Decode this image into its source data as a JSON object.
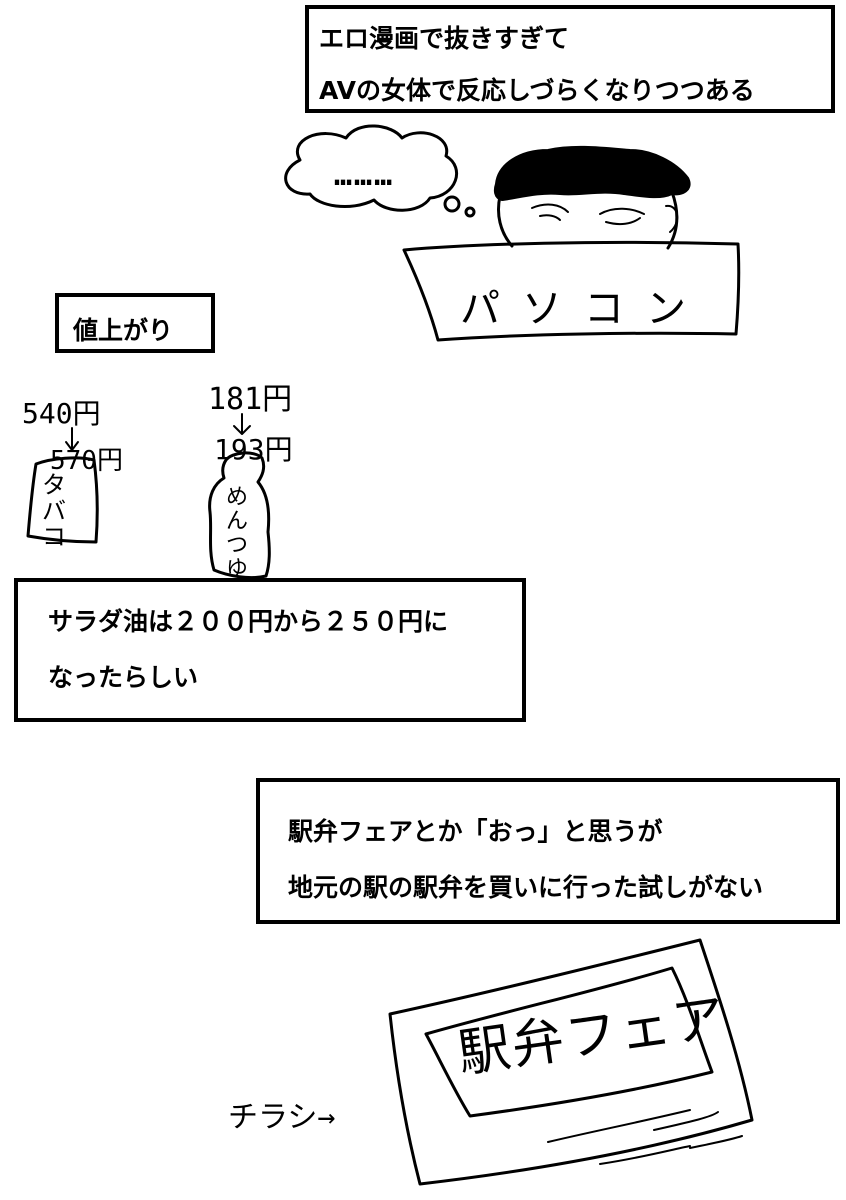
{
  "panel1": {
    "caption_line1": "エロ漫画で抜きすぎて",
    "caption_line2": "AVの女体で反応しづらくなりつつある",
    "thought": "………",
    "monitor_label": "パソコン"
  },
  "panel2": {
    "caption": "値上がり",
    "cig_price_old": "540円",
    "cig_price_new": "570円",
    "cig_label": "タバコ",
    "noodle_price_old": "181円",
    "noodle_price_new": "193円",
    "noodle_label": "めんつゆ",
    "oil_line1": "サラダ油は２００円から２５０円に",
    "oil_line2": "なったらしい"
  },
  "panel3": {
    "caption_line1": "駅弁フェアとか「おっ」と思うが",
    "caption_line2": "地元の駅の駅弁を買いに行った試しがない",
    "flyer_title": "駅弁フェア",
    "flyer_pointer": "チラシ→"
  }
}
